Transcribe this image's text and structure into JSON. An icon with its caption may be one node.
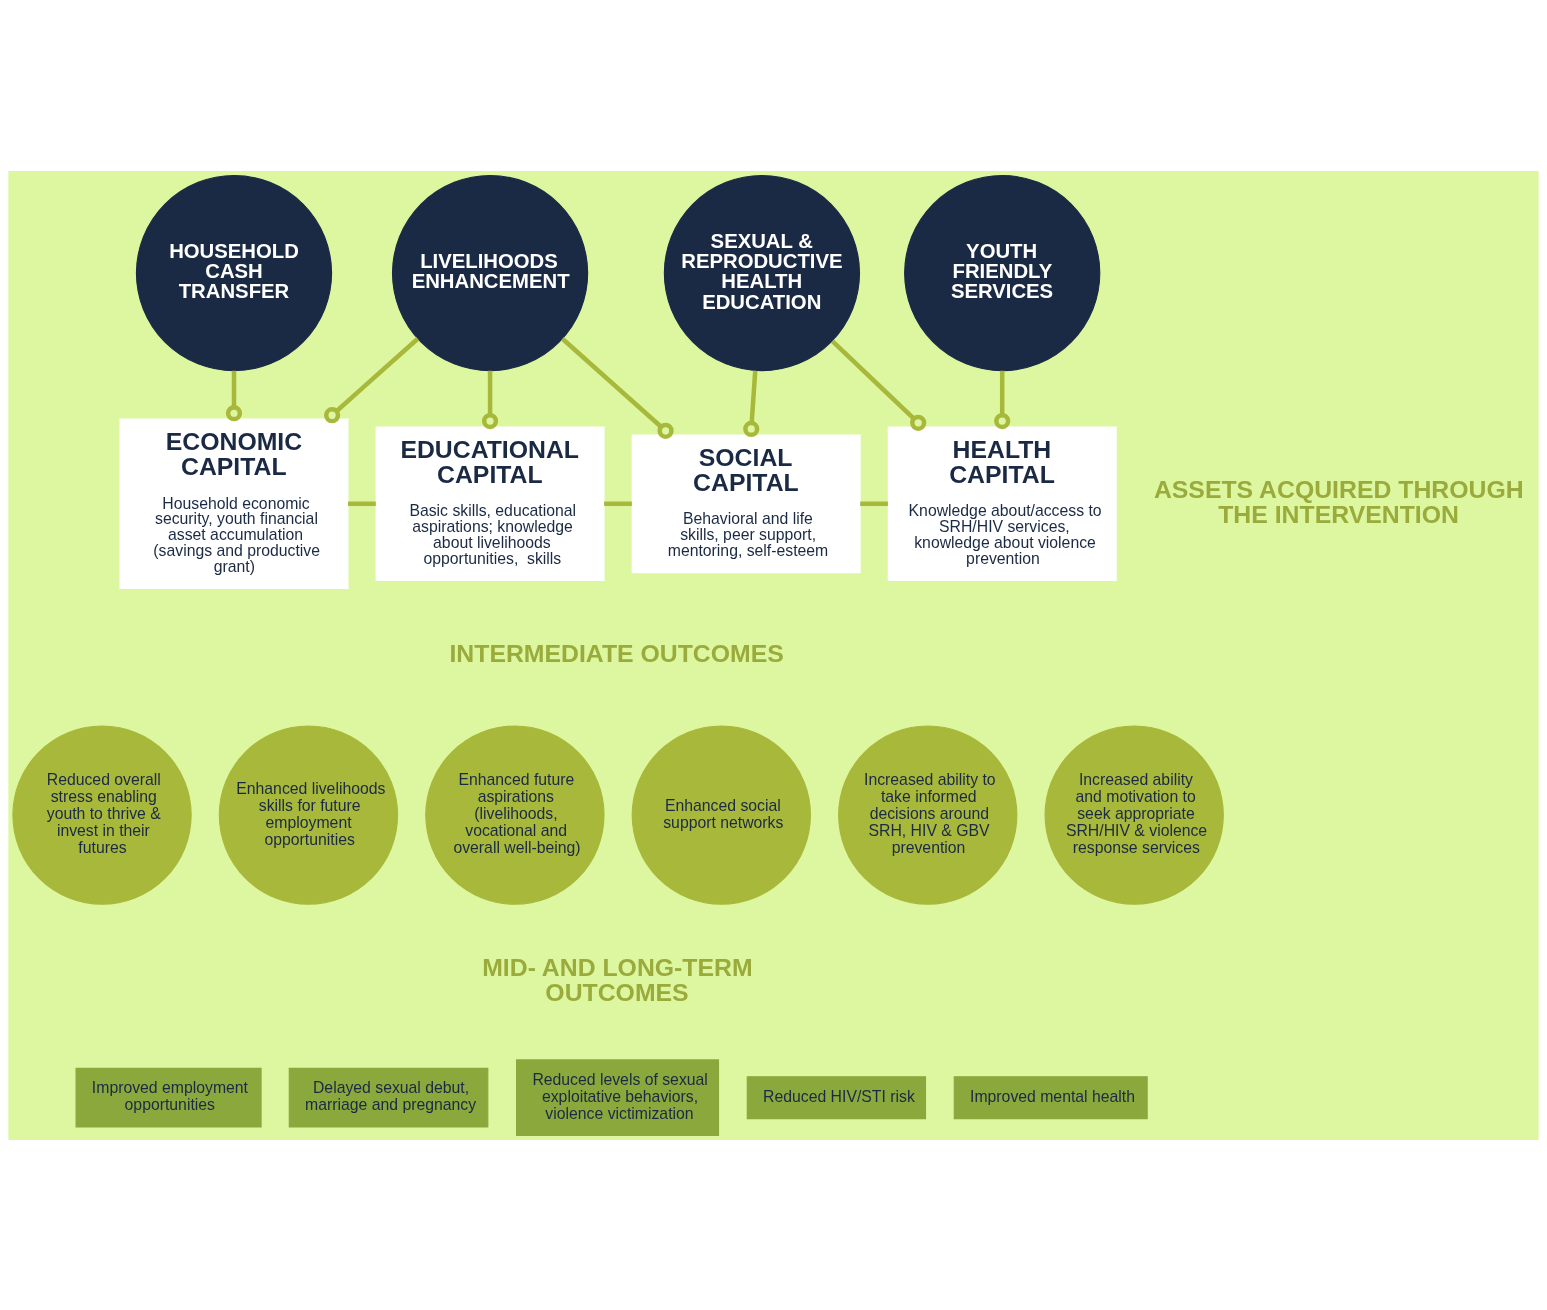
{
  "diagram": {
    "nodes": [
      {
        "text": [
          "HOUSEHOLD CASH TRANSFER"
        ]
      },
      {
        "text": [
          "LIVELIHOODS ENHANCEMENT"
        ]
      },
      {
        "text": [
          "SEXUAL & REPRODUCTIVE HEALTH EDUCATION"
        ]
      },
      {
        "text": [
          "YOUTH FRIENDLY SERVICES"
        ]
      },
      {
        "text": [
          "ECONOMIC CAPITAL",
          "Household economic security, youth financial asset accumulation (savings and productive grant)"
        ]
      },
      {
        "text": [
          "EDUCATIONAL CAPITAL",
          "Basic skills, educational aspirations; knowledge about livelihoods opportunities,  skills"
        ]
      },
      {
        "text": [
          "SOCIAL CAPITAL",
          "Behavioral and life skills, peer support, mentoring, self-esteem"
        ]
      },
      {
        "text": [
          "HEALTH CAPITAL",
          "Knowledge about/access to SRH/HIV services, knowledge about violence prevention"
        ]
      },
      {
        "text": [
          "Reduced overall stress enabling youth to thrive & invest in their futures"
        ]
      },
      {
        "text": [
          "Enhanced livelihoods skills for future employment opportunities"
        ]
      },
      {
        "text": [
          "Enhanced future aspirations (livelihoods, vocational and overall well-being)"
        ]
      },
      {
        "text": [
          "Enhanced social support networks"
        ]
      },
      {
        "text": [
          "Increased ability to take informed decisions around SRH, HIV & GBV prevention"
        ]
      },
      {
        "text": [
          "Increased ability and motivation to seek appropriate SRH/HIV & violence response services"
        ]
      },
      {
        "text": [
          "Improved employment opportunities"
        ]
      },
      {
        "text": [
          "Delayed sexual debut, marriage and pregnancy"
        ]
      },
      {
        "text": [
          "Reduced levels of sexual exploitative behaviors, violence victimization"
        ]
      },
      {
        "text": [
          "Reduced HIV/STI risk"
        ]
      },
      {
        "text": [
          "Improved mental health"
        ]
      }
    ],
    "edges": [
      {
        "from": 0,
        "to": 4,
        "arrow": "other"
      },
      {
        "from": 1,
        "to": 4,
        "arrow": "other"
      },
      {
        "from": 1,
        "to": 5,
        "arrow": "other"
      },
      {
        "from": 1,
        "to": 6,
        "arrow": "other"
      },
      {
        "from": 2,
        "to": 6,
        "arrow": "other"
      },
      {
        "from": 2,
        "to": 7,
        "arrow": "other"
      },
      {
        "from": 3,
        "to": 7,
        "arrow": "other"
      },
      {
        "from": 4,
        "to": 5,
        "arrow": "none"
      },
      {
        "from": 5,
        "to": 6,
        "arrow": "none"
      },
      {
        "from": 6,
        "to": 7,
        "arrow": "none"
      }
    ],
    "labels": [
      "ASSETS ACQUIRED THROUGH THE INTERVENTION",
      "INTERMEDIATE OUTCOMES",
      "MID- AND LONG-TERM OUTCOMES"
    ]
  }
}
